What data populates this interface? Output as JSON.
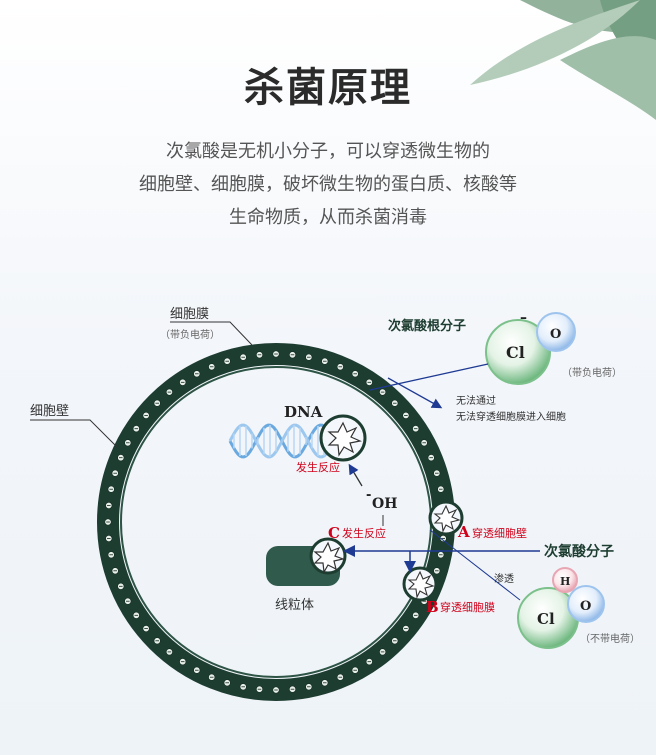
{
  "title": "杀菌原理",
  "description": [
    "次氯酸是无机小分子，可以穿透微生物的",
    "细胞壁、细胞膜，破坏微生物的蛋白质、核酸等",
    "生命物质，从而杀菌消毒"
  ],
  "labels": {
    "membrane": "细胞膜",
    "membrane_note": "（带负电荷）",
    "wall": "细胞壁",
    "hypochlorite_title": "次氯酸根分子",
    "hypochlorite_note": "（带负电荷）",
    "blocked_1": "无法通过",
    "blocked_2": "无法穿透细胞膜进入细胞",
    "dna": "DNA",
    "dna_reaction": "发生反应",
    "hydroxide": "OH",
    "hydroxide_sign": "-",
    "step_c_letter": "C",
    "step_c": "发生反应",
    "mitochondria": "线粒体",
    "step_a_letter": "A",
    "step_a": "穿透细胞壁",
    "step_b_letter": "B",
    "step_b": "穿透细胞膜",
    "hocl_title": "次氯酸分子",
    "osmosis": "渗透",
    "hocl_note": "（不带电荷）",
    "atom_cl": "Cl",
    "atom_o": "O",
    "atom_h": "H",
    "minus": "–"
  },
  "colors": {
    "cell_wall": "#1e3d31",
    "arrow": "#1f3a93",
    "reaction_red": "#d0021b",
    "dna_blue": "#6aa9e0",
    "mitochondria": "#2f5a4c",
    "molecule_green": "#7cc08b",
    "molecule_blue": "#9ec4ee"
  }
}
